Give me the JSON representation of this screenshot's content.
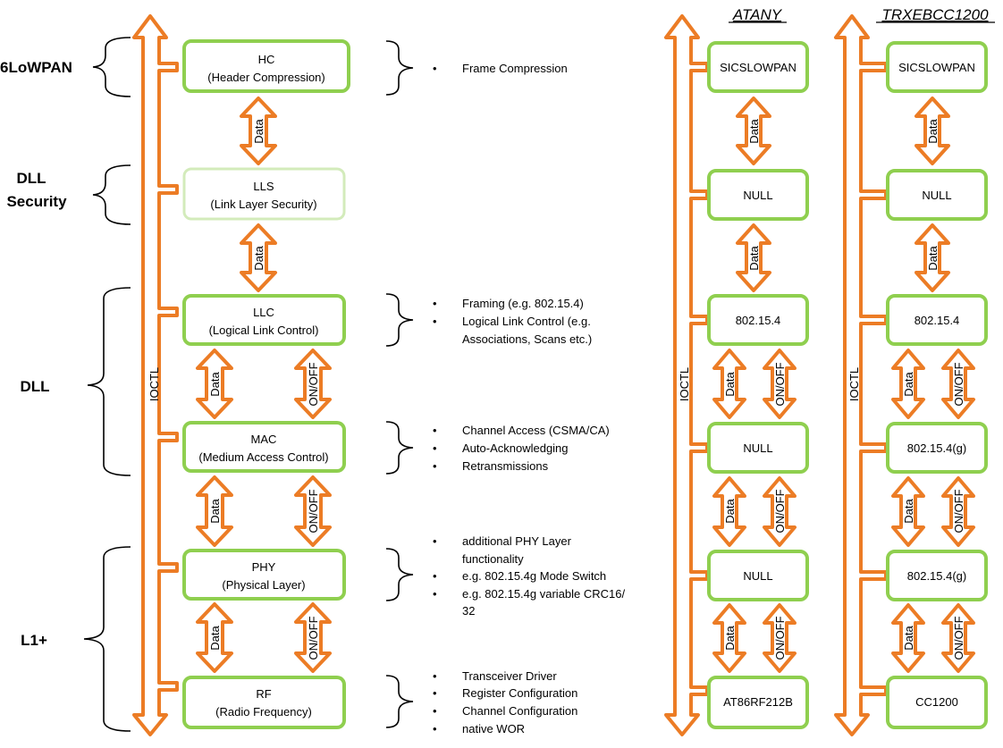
{
  "layer_labels": {
    "lowpan": "6LoWPAN",
    "dll_security_1": "DLL",
    "dll_security_2": "Security",
    "dll": "DLL",
    "l1": "L1+"
  },
  "main_stack": {
    "ioctl": "IOCTL",
    "hc": [
      "HC",
      "(Header Compression)"
    ],
    "lls": [
      "LLS",
      "(Link Layer Security)"
    ],
    "llc": [
      "LLC",
      "(Logical Link Control)"
    ],
    "mac": [
      "MAC",
      "(Medium Access Control)"
    ],
    "phy": [
      "PHY",
      "(Physical Layer)"
    ],
    "rf": [
      "RF",
      "(Radio Frequency)"
    ]
  },
  "arrows": {
    "data": "Data",
    "onoff": "ON/OFF"
  },
  "bullets": {
    "hc": [
      "Frame Compression"
    ],
    "llc": [
      "Framing (e.g. 802.15.4)",
      "Logical Link Control (e.g.",
      "Associations, Scans etc.)"
    ],
    "mac": [
      "Channel Access (CSMA/CA)",
      "Auto-Acknowledging",
      "Retransmissions"
    ],
    "phy": [
      "additional PHY Layer",
      "functionality",
      "e.g. 802.15.4g Mode Switch",
      "e.g. 802.15.4g variable CRC16/",
      "32"
    ],
    "rf": [
      "Transceiver Driver",
      "Register Configuration",
      "Channel Configuration",
      "native WOR"
    ]
  },
  "atany": {
    "title": "ATANY",
    "ioctl": "IOCTL",
    "layers": [
      "SICSLOWPAN",
      "NULL",
      "802.15.4",
      "NULL",
      "NULL",
      "AT86RF212B"
    ]
  },
  "trx": {
    "title": "TRXEBCC1200",
    "ioctl": "IOCTL",
    "layers": [
      "SICSLOWPAN",
      "NULL",
      "802.15.4",
      "802.15.4(g)",
      "802.15.4(g)",
      "CC1200"
    ]
  },
  "colors": {
    "box_stroke": "#8fcf4f",
    "arrow_stroke": "#ec7c25"
  }
}
